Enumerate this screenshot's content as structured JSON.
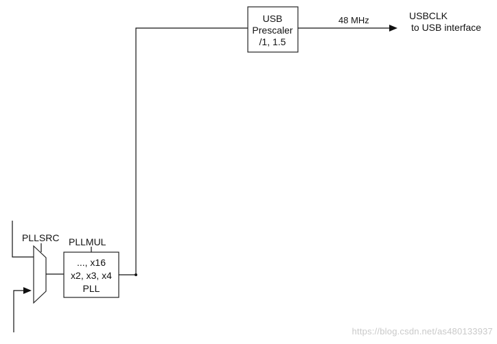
{
  "usb_prescaler": {
    "line1": "USB",
    "line2": "Prescaler",
    "line3": "/1, 1.5"
  },
  "freq_label": "48 MHz",
  "output": {
    "line1": "USBCLK",
    "line2": "to USB interface"
  },
  "pllsrc_label": "PLLSRC",
  "pllmul_label": "PLLMUL",
  "pll_block": {
    "line1": "..., x16",
    "line2": "x2, x3, x4",
    "line3": "PLL"
  },
  "watermark": "https://blog.csdn.net/as480133937"
}
